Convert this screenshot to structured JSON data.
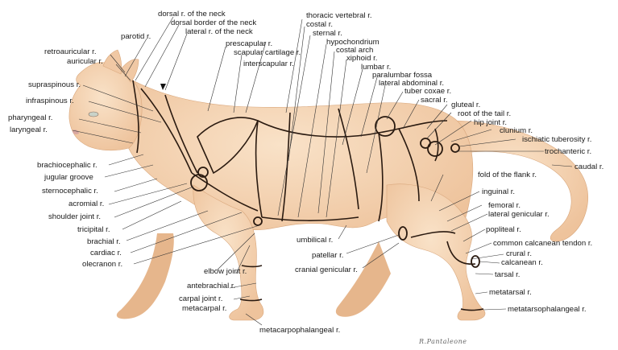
{
  "labels": {
    "dorsal_neck": "dorsal r. of the neck",
    "dorsal_border_neck": "dorsal border of the neck",
    "lateral_neck": "lateral r. of the neck",
    "parotid": "parotid r.",
    "retroauricular": "retroauricular r.",
    "auricular": "auricular r.",
    "prescapular": "prescapular r.",
    "scapular_cartilage": "scapular cartilage r.",
    "interscapular": "interscapular r.",
    "thoracic_vertebral": "thoracic vertebral r.",
    "costal": "costal r.",
    "sternal": "sternal r.",
    "hypochondrium": "hypochondrium",
    "costal_arch": "costal arch",
    "xiphoid": "xiphoid r.",
    "lumbar": "lumbar r.",
    "paralumbar_fossa": "paralumbar fossa",
    "lateral_abdominal": "lateral abdominal r.",
    "tuber_coxae": "tuber coxae r.",
    "sacral": "sacral r.",
    "gluteal": "gluteal r.",
    "root_tail": "root of the tail r.",
    "hip_joint": "hip joint r.",
    "clunium": "clunium r.",
    "ischiatic_tuberosity": "ischiatic tuberosity r.",
    "trochanteric": "trochanteric r.",
    "caudal": "caudal r.",
    "supraspinous": "supraspinous r.",
    "infraspinous": "infraspinous r.",
    "pharyngeal": "pharyngeal r.",
    "laryngeal": "laryngeal r.",
    "brachiocephalic": "brachiocephalic r.",
    "jugular_groove": "jugular groove",
    "sternocephalic": "sternocephalic r.",
    "acromial": "acromial r.",
    "shoulder_joint": "shoulder joint r.",
    "tricipital": "tricipital r.",
    "brachial": "brachial r.",
    "cardiac": "cardiac r.",
    "olecranon": "olecranon r.",
    "elbow_joint": "elbow joint r.",
    "antebrachial": "antebrachial r.",
    "carpal_joint": "carpal joint r.",
    "metacarpal": "metacarpal r.",
    "metacarpophalangeal": "metacarpophalangeal r.",
    "umbilical": "umbilical r.",
    "patellar": "patellar r.",
    "cranial_genicular": "cranial genicular r.",
    "fold_flank": "fold of the flank r.",
    "inguinal": "inguinal r.",
    "femoral": "femoral r.",
    "lateral_genicular": "lateral genicular r.",
    "popliteal": "popliteal r.",
    "common_calcanean": "common calcanean tendon r.",
    "crural": "crural r.",
    "calcanean": "calcanean r.",
    "tarsal": "tarsal r.",
    "metatarsal": "metatarsal r.",
    "metatarsophalangeal": "metatarsophalangeal r."
  },
  "colors": {
    "fur": "#f5d7b8",
    "fur_shadow": "#e8bd95",
    "outline": "#2a1a10",
    "leader": "#333333"
  },
  "signature": "R.Pantaleone"
}
